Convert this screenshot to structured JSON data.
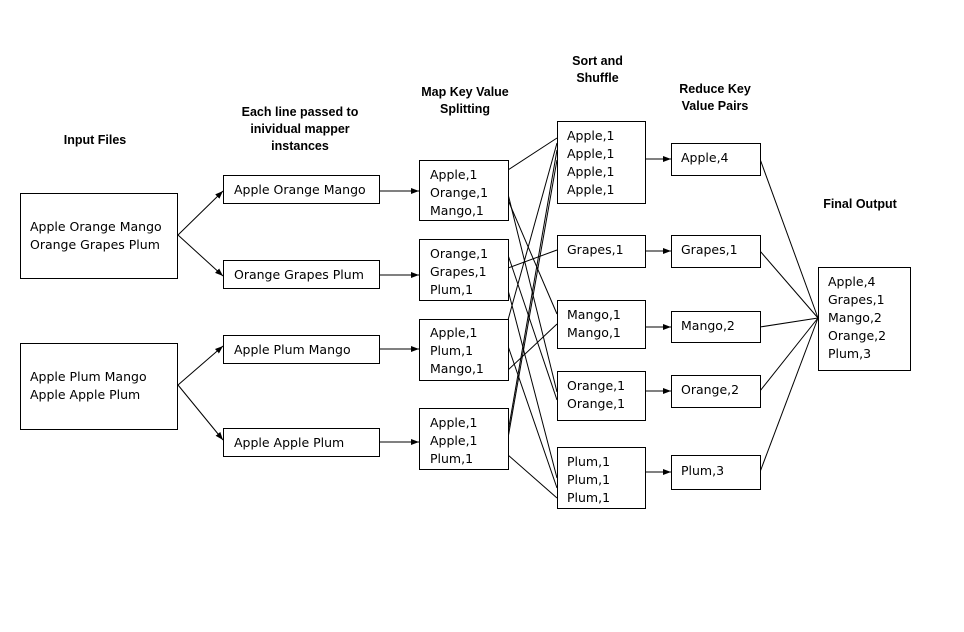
{
  "headers": {
    "input": "Input Files",
    "mapper": "Each line passed to inividual mapper instances",
    "map": "Map Key Value Splitting",
    "sort": "Sort and Shuffle",
    "reduce": "Reduce Key Value Pairs",
    "final": "Final Output"
  },
  "inputs": [
    [
      "Apple Orange Mango",
      "Orange Grapes Plum"
    ],
    [
      "Apple Plum Mango",
      "Apple Apple Plum"
    ]
  ],
  "lines": [
    "Apple Orange Mango",
    "Orange Grapes Plum",
    "Apple Plum Mango",
    "Apple Apple Plum"
  ],
  "maps": [
    [
      "Apple,1",
      "Orange,1",
      "Mango,1"
    ],
    [
      "Orange,1",
      "Grapes,1",
      "Plum,1"
    ],
    [
      "Apple,1",
      "Plum,1",
      "Mango,1"
    ],
    [
      "Apple,1",
      "Apple,1",
      "Plum,1"
    ]
  ],
  "sorts": [
    [
      "Apple,1",
      "Apple,1",
      "Apple,1",
      "Apple,1"
    ],
    [
      "Grapes,1"
    ],
    [
      "Mango,1",
      "Mango,1"
    ],
    [
      "Orange,1",
      "Orange,1"
    ],
    [
      "Plum,1",
      "Plum,1",
      "Plum,1"
    ]
  ],
  "reduces": [
    "Apple,4",
    "Grapes,1",
    "Mango,2",
    "Orange,2",
    "Plum,3"
  ],
  "final": [
    "Apple,4",
    "Grapes,1",
    "Mango,2",
    "Orange,2",
    "Plum,3"
  ]
}
